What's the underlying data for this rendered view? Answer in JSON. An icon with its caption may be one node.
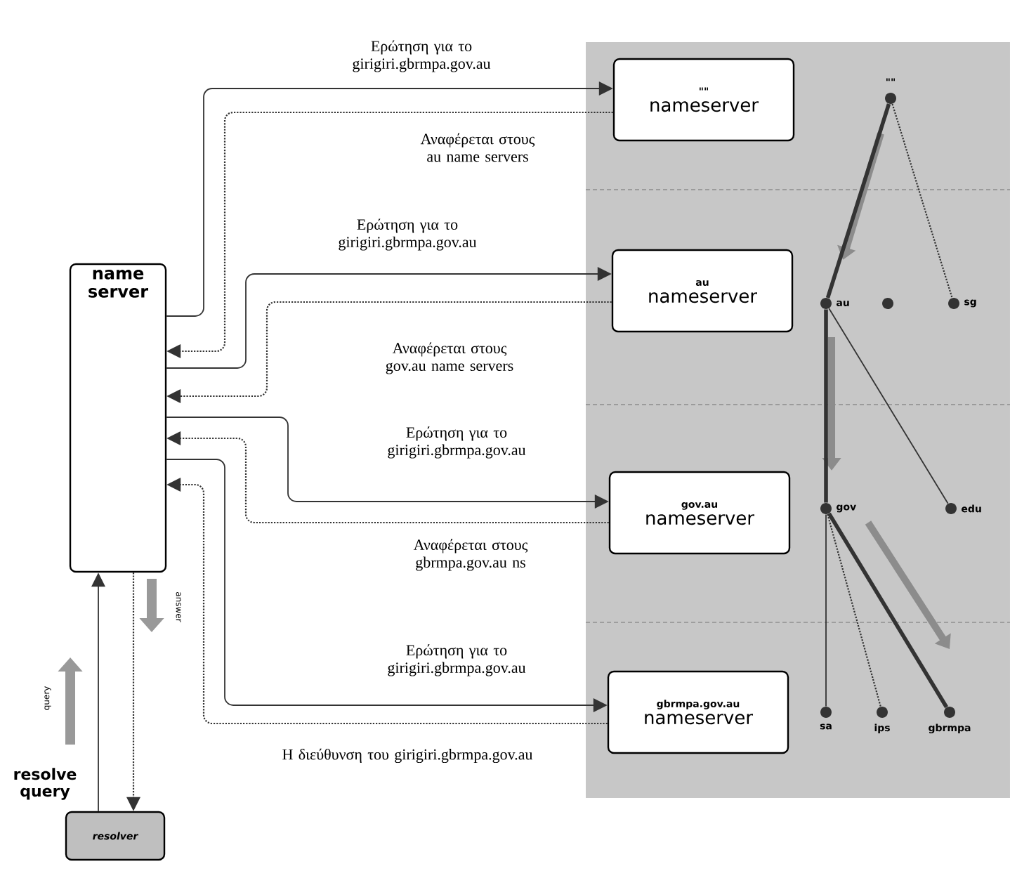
{
  "diagram": {
    "nodes": [
      {
        "text": [
          "name server"
        ]
      },
      {
        "text": [
          "\"\"",
          "nameserver"
        ]
      },
      {
        "text": [
          "au",
          "nameserver"
        ]
      },
      {
        "text": [
          "gov.au",
          "nameserver"
        ]
      },
      {
        "text": [
          "gbrmpa.gov.au",
          "nameserver"
        ]
      },
      {
        "text": [
          "resolver"
        ]
      },
      {
        "text": [],
        "shape": "circle",
        "beside": [
          "\"\""
        ]
      },
      {
        "text": [],
        "shape": "circle",
        "beside": [
          "au"
        ]
      },
      {
        "text": [],
        "shape": "circle"
      },
      {
        "text": [],
        "shape": "circle",
        "beside": [
          "sg"
        ]
      },
      {
        "text": [],
        "shape": "circle",
        "beside": [
          "gov"
        ]
      },
      {
        "text": [],
        "shape": "circle",
        "beside": [
          "edu"
        ]
      },
      {
        "text": [],
        "shape": "circle",
        "beside": [
          "sa"
        ]
      },
      {
        "text": [],
        "shape": "circle",
        "beside": [
          "ips"
        ]
      },
      {
        "text": [],
        "shape": "circle",
        "beside": [
          "gbrmpa"
        ]
      }
    ],
    "edges": [
      {
        "from": 0,
        "to": 1,
        "arrow": "to",
        "label": "Ερώτηση για το girigiri.gbrmpa.gov.au"
      },
      {
        "from": 1,
        "to": 0,
        "arrow": "to",
        "style": "dashed",
        "label": "Αναφέρεται στους au name servers"
      },
      {
        "from": 0,
        "to": 2,
        "arrow": "to",
        "label": "Ερώτηση για το girigiri.gbrmpa.gov.au"
      },
      {
        "from": 2,
        "to": 0,
        "arrow": "to",
        "style": "dashed",
        "label": "Αναφέρεται στους gov.au name servers"
      },
      {
        "from": 0,
        "to": 3,
        "arrow": "to",
        "label": "Ερώτηση για το girigiri.gbrmpa.gov.au"
      },
      {
        "from": 3,
        "to": 0,
        "arrow": "to",
        "style": "dashed",
        "label": "Αναφέρεται στους gbrmpa.gov.au ns"
      },
      {
        "from": 0,
        "to": 4,
        "arrow": "to",
        "label": "Ερώτηση για το girigiri.gbrmpa.gov.au"
      },
      {
        "from": 4,
        "to": 0,
        "arrow": "to",
        "style": "dashed",
        "label": "Η διεύθυνση του girigiri.gbrmpa.gov.au"
      },
      {
        "from": 5,
        "to": 0,
        "arrow": "to",
        "label": "resolve query"
      },
      {
        "from": 0,
        "to": 5,
        "arrow": "to",
        "style": "dashed"
      },
      {
        "from": 6,
        "to": 7,
        "arrow": "none",
        "style": "thick"
      },
      {
        "from": 6,
        "to": 9,
        "arrow": "none",
        "style": "dashed"
      },
      {
        "from": 7,
        "to": 10,
        "arrow": "none",
        "style": "thick"
      },
      {
        "from": 7,
        "to": 11,
        "arrow": "none"
      },
      {
        "from": 10,
        "to": 12,
        "arrow": "none"
      },
      {
        "from": 10,
        "to": 13,
        "arrow": "none",
        "style": "dashed"
      },
      {
        "from": 10,
        "to": 14,
        "arrow": "none",
        "style": "thick"
      }
    ],
    "labels": [
      "answer",
      "query"
    ]
  }
}
